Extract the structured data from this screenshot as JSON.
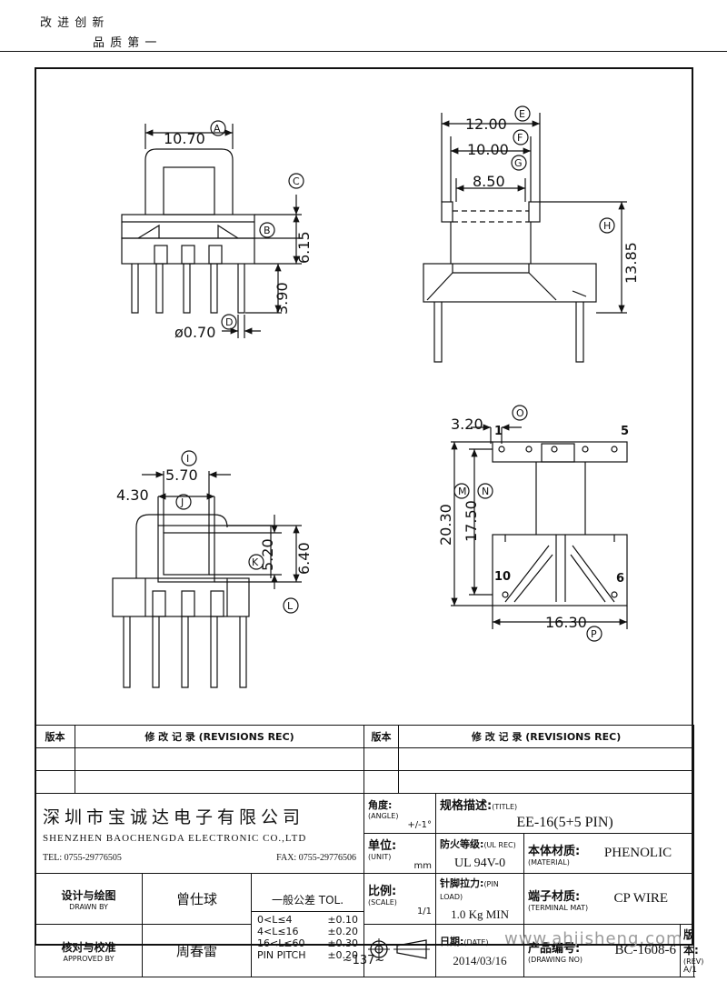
{
  "header": {
    "slogan_line1": "改 进 创 新",
    "slogan_line2": "品 质 第 一"
  },
  "drawing": {
    "top_left": {
      "dim_a": "10.70",
      "tag_a": "A",
      "dim_b": "6.15",
      "tag_b": "B",
      "tag_c": "C",
      "dim_pin": "3.90",
      "dim_dia": "ø0.70",
      "tag_d": "D"
    },
    "top_right": {
      "dim_e": "12.00",
      "tag_e": "E",
      "dim_f": "10.00",
      "tag_f": "F",
      "tag_g": "G",
      "dim_g": "8.50",
      "dim_h": "13.85",
      "tag_h": "H"
    },
    "bottom_left": {
      "dim_i": "5.70",
      "tag_i": "I",
      "dim_j": "4.30",
      "tag_j": "J",
      "dim_k": "5.20",
      "tag_k": "K",
      "dim_l": "6.40",
      "tag_l": "L"
    },
    "bottom_right": {
      "dim_o": "3.20",
      "tag_o": "O",
      "pin1": "1",
      "pin5": "5",
      "pin10": "10",
      "pin6": "6",
      "dim_m": "20.30",
      "tag_m": "M",
      "dim_n": "17.50",
      "tag_n": "N",
      "dim_p": "16.30",
      "tag_p": "P"
    }
  },
  "revisions": {
    "ver_label": "版本",
    "rec_label": "修 改 记 录 (REVISIONS REC)"
  },
  "title_block": {
    "company_cn": "深圳市宝诚达电子有限公司",
    "company_en": "SHENZHEN BAOCHENGDA ELECTRONIC CO.,LTD",
    "tel": "TEL: 0755-29776505",
    "fax": "FAX: 0755-29776506",
    "angle_label": "角度:",
    "angle_en": "(ANGLE)",
    "angle_value": "+/-1°",
    "unit_label": "单位:",
    "unit_en": "(UNIT)",
    "unit_value": "mm",
    "scale_label": "比例:",
    "scale_en": "(SCALE)",
    "scale_value": "1/1",
    "title_label": "规格描述:",
    "title_en": "(TITLE)",
    "title_value": "EE-16(5+5 PIN)",
    "fire_label": "防火等级:",
    "fire_en": "(UL REC)",
    "fire_value": "UL 94V-0",
    "material_label": "本体材质:",
    "material_en": "(MATERIAL)",
    "material_value": "PHENOLIC",
    "pinload_label": "针脚拉力:",
    "pinload_en": "(PIN LOAD)",
    "pinload_value": "1.0 Kg MIN",
    "terminal_label": "端子材质:",
    "terminal_en": "(TERMINAL MAT)",
    "terminal_value": "CP WIRE",
    "date_label": "日期:",
    "date_en": "(DATE)",
    "date_value": "2014/03/16",
    "drawno_label": "产品编号:",
    "drawno_en": "(DRAWING NO)",
    "drawno_value": "BC-1608-6",
    "rev_label": "版本:",
    "rev_en": "(REV)",
    "rev_value": "A/1",
    "drawn_label": "设计与绘图",
    "drawn_en": "DRAWN BY",
    "drawn_value": "曾仕球",
    "approved_label": "核对与校准",
    "approved_en": "APPROVED BY",
    "approved_value": "周春雷",
    "tol_title": "一般公差 TOL.",
    "tol_rows": [
      {
        "range": "0<L≤4",
        "value": "±0.10"
      },
      {
        "range": "4<L≤16",
        "value": "±0.20"
      },
      {
        "range": "16<L≤60",
        "value": "±0.30"
      },
      {
        "range": "PIN PITCH",
        "value": "±0.20"
      }
    ]
  },
  "footer": {
    "page_no": "~137~",
    "watermark": "www.ahjisheng.com"
  }
}
